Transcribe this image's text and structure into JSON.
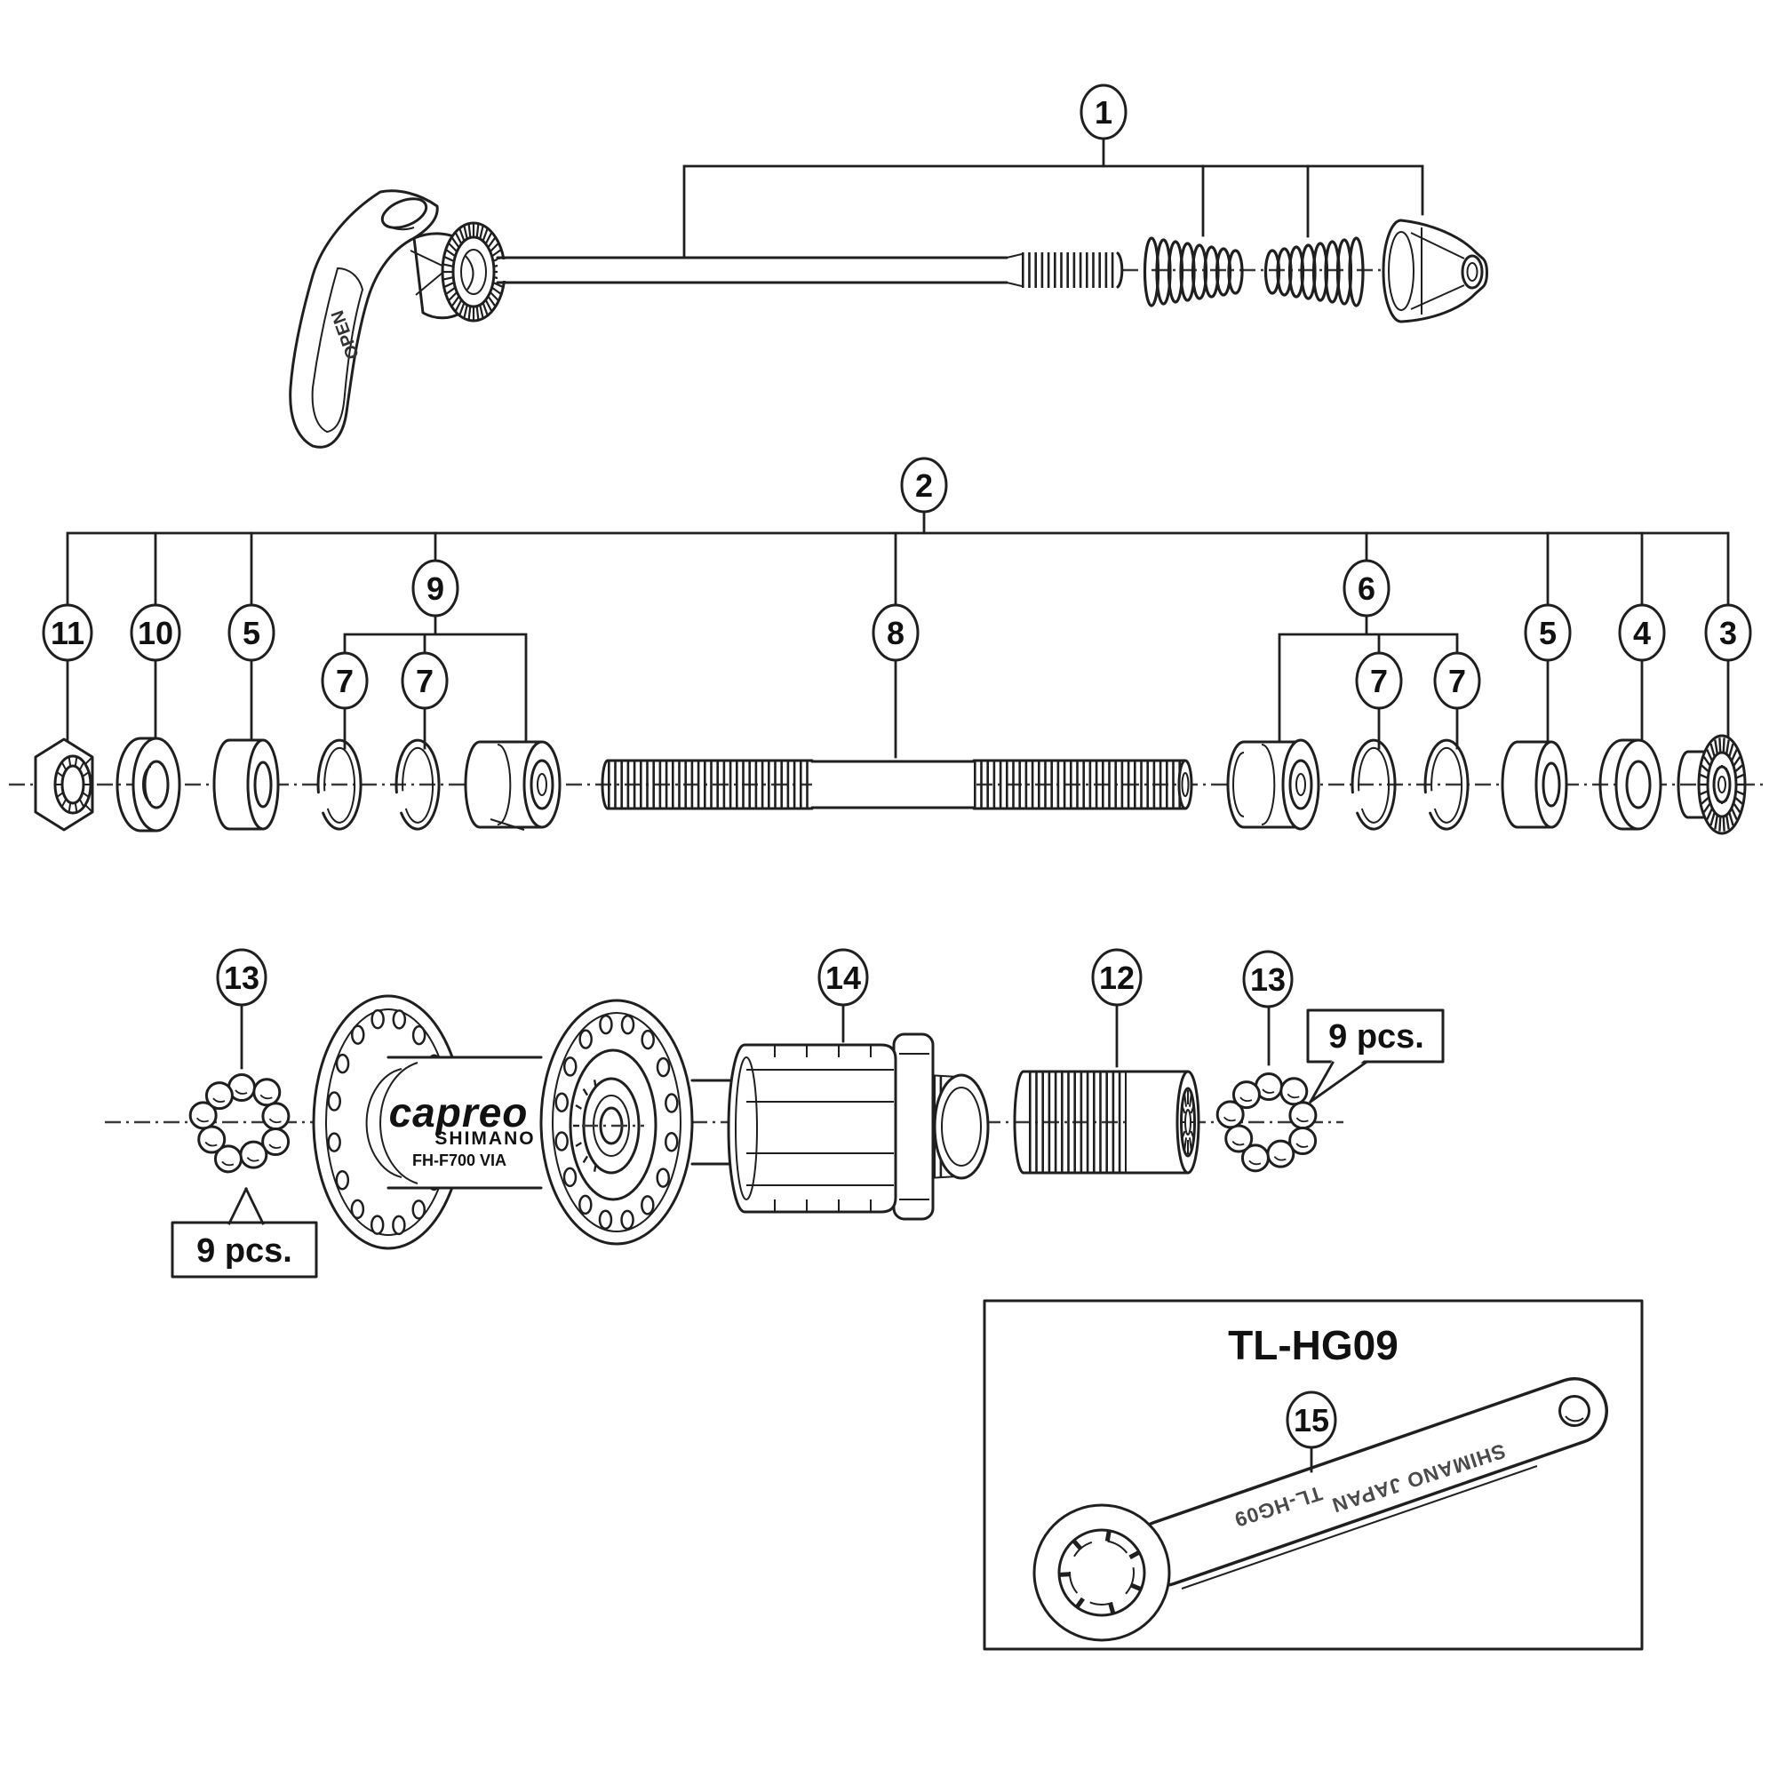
{
  "callouts": {
    "c1": "1",
    "c2": "2",
    "c3": "3",
    "c4": "4",
    "c5": "5",
    "c6": "6",
    "c7": "7",
    "c8": "8",
    "c9": "9",
    "c10": "10",
    "c11": "11",
    "c12": "12",
    "c13": "13",
    "c14": "14",
    "c15": "15"
  },
  "labels": {
    "nine_pcs": "9 pcs.",
    "tool_box_title": "TL-HG09"
  },
  "lever": {
    "text": "OPEN"
  },
  "hub": {
    "brand": "capreo",
    "maker": "SHIMANO",
    "model": "FH-F700 VIA"
  },
  "wrench": {
    "engraving_model": "TL-HG09",
    "engraving_maker": "SHIMANO JAPAN"
  },
  "colors": {
    "line": "#1f1f1f",
    "background": "#ffffff"
  }
}
